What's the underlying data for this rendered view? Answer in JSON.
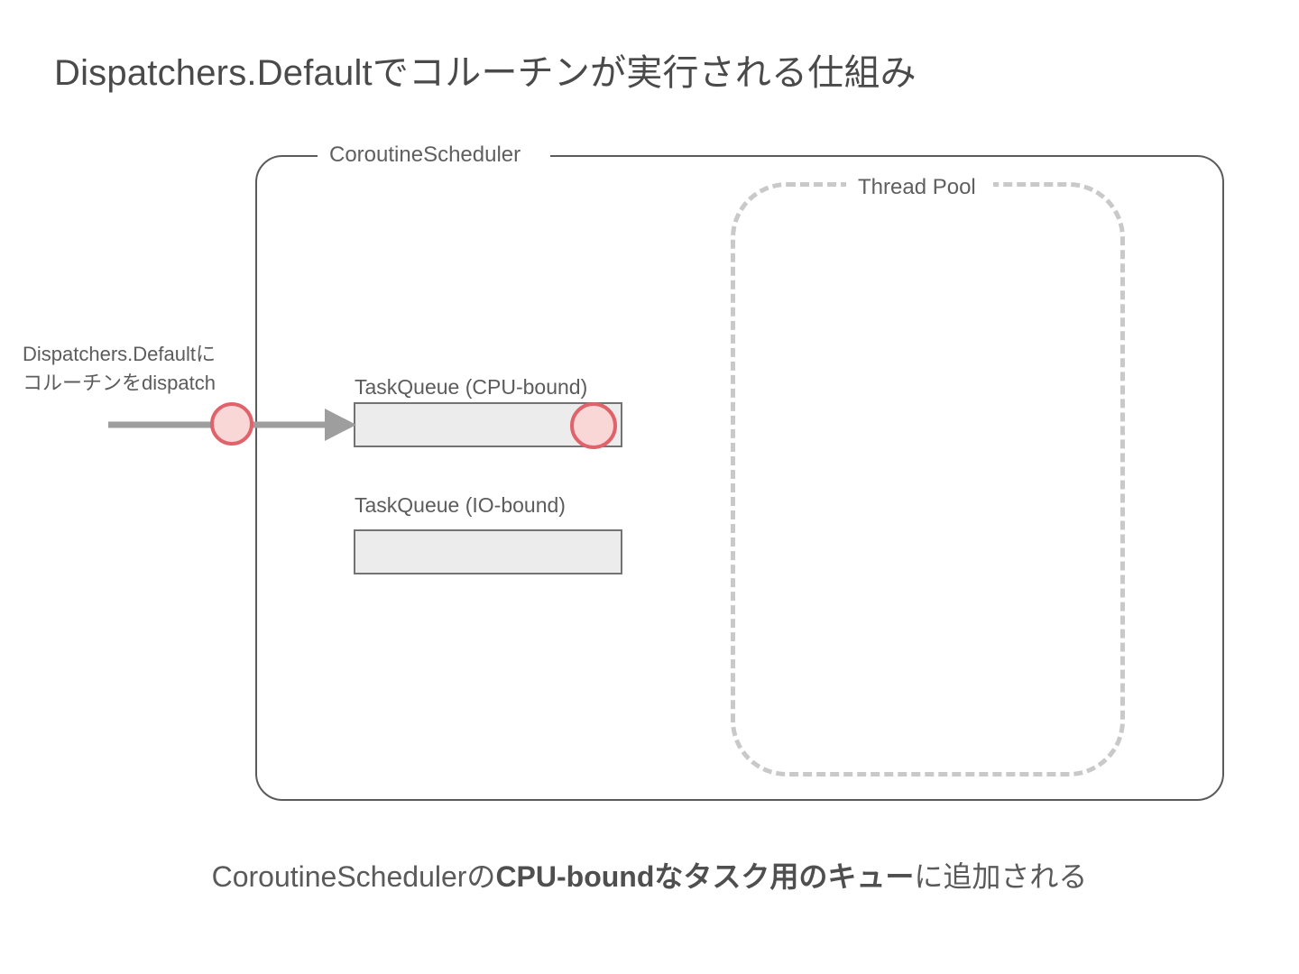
{
  "slide": {
    "title": "Dispatchers.Defaultでコルーチンが実行される仕組み"
  },
  "scheduler": {
    "label": "CoroutineScheduler",
    "thread_pool": {
      "label": "Thread Pool"
    },
    "queues": [
      {
        "id": "cpu-bound",
        "label": "TaskQueue (CPU-bound)",
        "has_token": true
      },
      {
        "id": "io-bound",
        "label": "TaskQueue (IO-bound)",
        "has_token": false
      }
    ]
  },
  "dispatch": {
    "caption_line1": "Dispatchers.Defaultに",
    "caption_line2": "コルーチンをdispatch",
    "arrow_icon": "right-arrow-icon",
    "token_icon": "coroutine-token-icon"
  },
  "bottom_caption": {
    "prefix": "CoroutineSchedulerの",
    "emphasis": "CPU-boundなタスク用のキュー",
    "suffix": "に追加される"
  },
  "colors": {
    "token_stroke": "#e0636b",
    "token_fill": "#f9d7d7",
    "queue_fill": "#ececec",
    "queue_border": "#737373",
    "scheduler_border": "#5b5b5b",
    "threadpool_border": "#c9c9c9",
    "arrow": "#9e9e9e",
    "text": "#5a5a5a"
  }
}
